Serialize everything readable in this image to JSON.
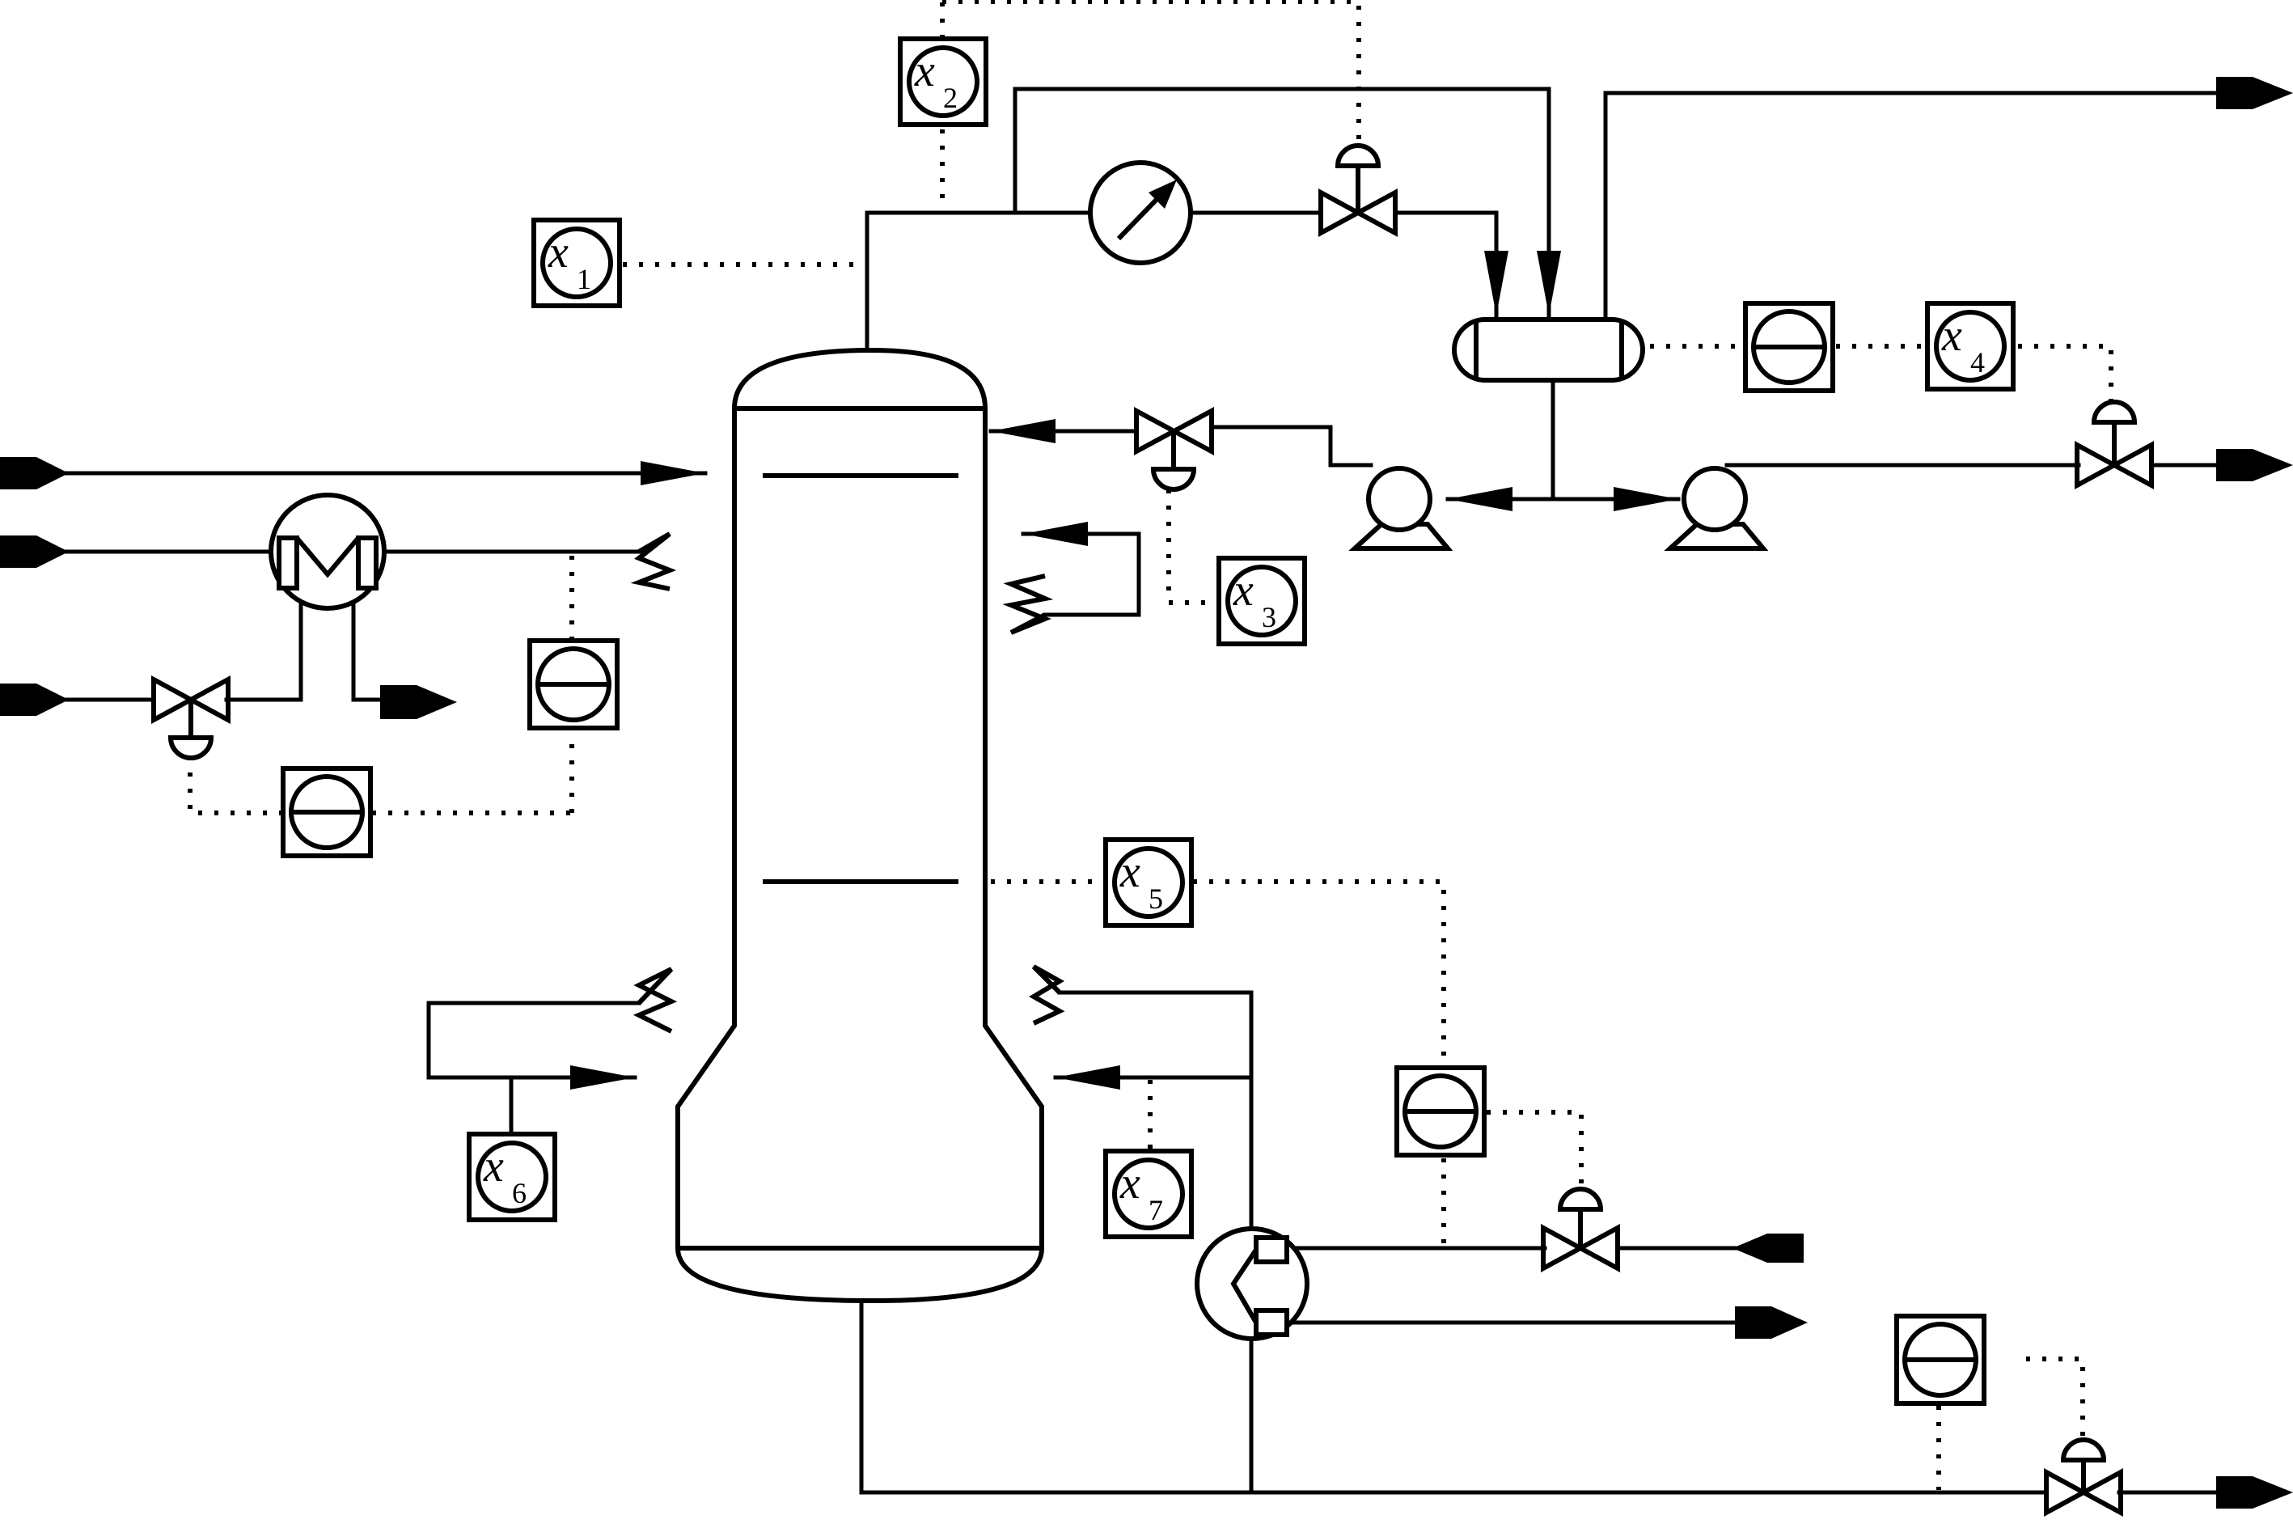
{
  "instruments": [
    {
      "id": "x1",
      "symbol": "x",
      "index": "1"
    },
    {
      "id": "x2",
      "symbol": "x",
      "index": "2"
    },
    {
      "id": "x3",
      "symbol": "x",
      "index": "3"
    },
    {
      "id": "x4",
      "symbol": "x",
      "index": "4"
    },
    {
      "id": "x5",
      "symbol": "x",
      "index": "5"
    },
    {
      "id": "x6",
      "symbol": "x",
      "index": "6"
    },
    {
      "id": "x7",
      "symbol": "x",
      "index": "7"
    }
  ]
}
